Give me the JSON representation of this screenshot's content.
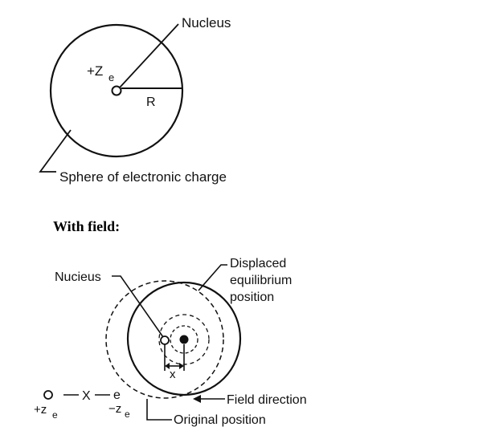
{
  "top_diagram": {
    "nucleus_label": "Nucleus",
    "charge_label_main": "+Z",
    "charge_label_sub": "e",
    "radius_label": "R",
    "sphere_label": "Sphere of electronic charge"
  },
  "heading": "With field:",
  "bottom_diagram": {
    "nucleus_label": "Nucieus",
    "displaced_label_line1": "Displaced",
    "displaced_label_line2": "equilibrium",
    "displaced_label_line3": "position",
    "x_label": "x",
    "field_direction_label": "Field direction",
    "original_position_label": "Original position",
    "dipole_x_label": "X",
    "dipole_e_label": "e",
    "plus_charge_main": "+z",
    "plus_charge_sub": "e",
    "minus_charge_main": "−z",
    "minus_charge_sub": "e"
  }
}
